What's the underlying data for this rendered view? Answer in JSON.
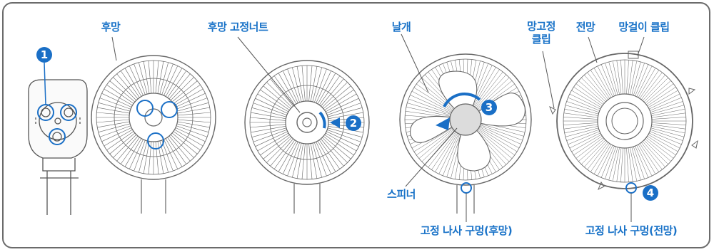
{
  "labels": {
    "rear_guard": "후망",
    "rear_guard_nut": "후망 고정너트",
    "blade": "날개",
    "guard_clip_line1": "망고정",
    "guard_clip_line2": "클립",
    "front_guard": "전망",
    "hanger_clip": "망걸이 클립",
    "spinner": "스피너",
    "screw_hole_rear": "고정 나사 구멍(후망)",
    "screw_hole_front": "고정 나사 구멍(전망)"
  },
  "steps": {
    "step1": "1",
    "step2": "2",
    "step3": "3",
    "step4": "4"
  },
  "colors": {
    "label_blue": "#1a73c8",
    "badge_blue": "#1a6fc6",
    "line_gray": "#6b6b6b",
    "spinner_gray": "#dcdcdc"
  }
}
